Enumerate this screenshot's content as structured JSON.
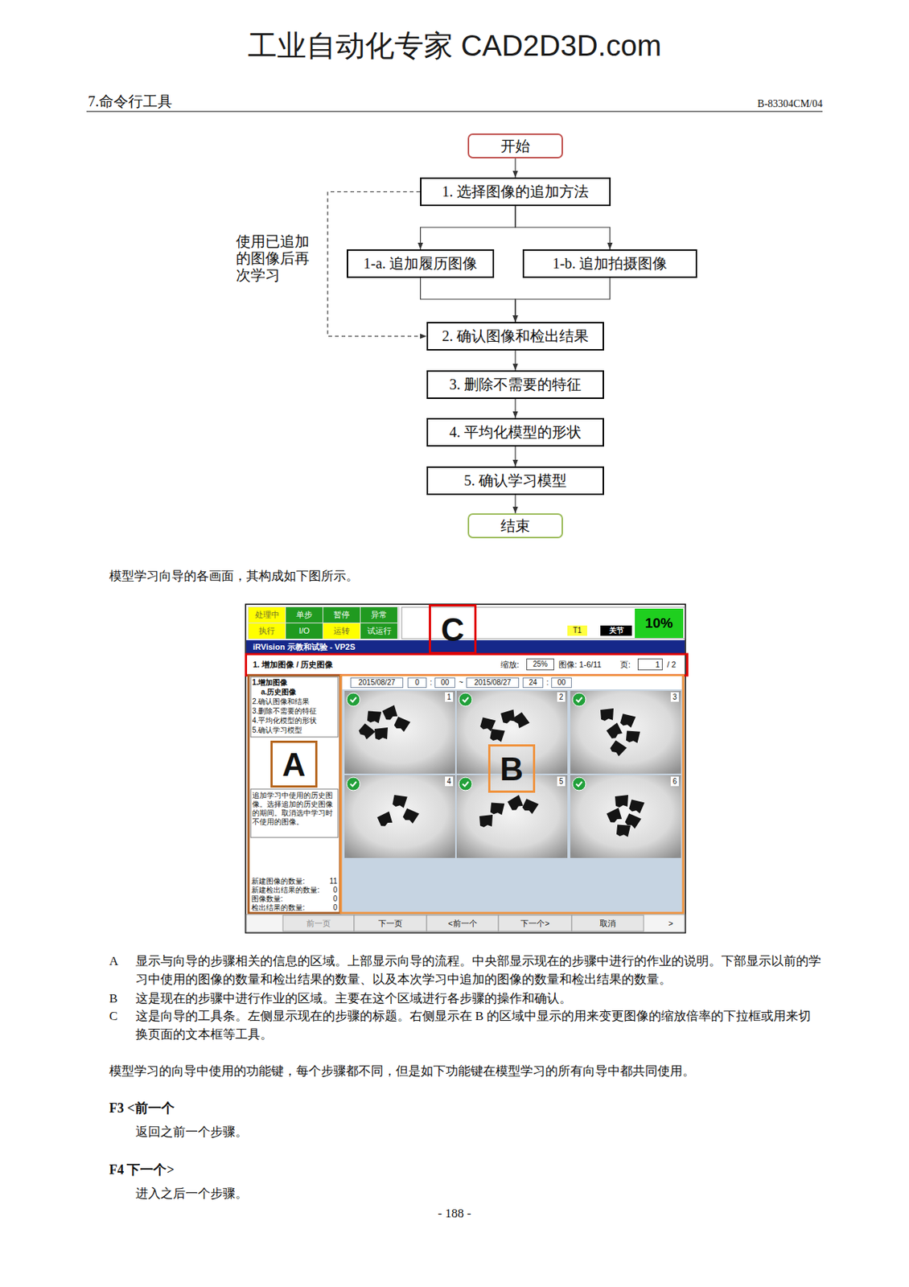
{
  "diagram": {
    "nodes": [
      {
        "text": [
          "开始"
        ]
      },
      {
        "text": [
          "1. 选择图像的追加方法"
        ]
      },
      {
        "text": [
          "1-a. 追加履历图像"
        ]
      },
      {
        "text": [
          "1-b. 追加拍摄图像"
        ]
      },
      {
        "text": [
          "2. 确认图像和检出结果"
        ]
      },
      {
        "text": [
          "3. 删除不需要的特征"
        ]
      },
      {
        "text": [
          "4. 平均化模型的形状"
        ]
      },
      {
        "text": [
          "5. 确认学习模型"
        ]
      },
      {
        "text": [
          "结束"
        ]
      },
      {
        "text": [
          "C"
        ]
      },
      {
        "text": [
          "A"
        ]
      },
      {
        "text": [
          "B"
        ]
      }
    ],
    "edges": [
      {
        "from": 0,
        "to": 1,
        "arrow": "to"
      },
      {
        "from": 1,
        "to": 2,
        "arrow": "to"
      },
      {
        "from": 1,
        "to": 3,
        "arrow": "to"
      },
      {
        "from": 2,
        "to": 4,
        "arrow": "to"
      },
      {
        "from": 3,
        "to": 4,
        "arrow": "to"
      },
      {
        "from": 4,
        "to": 5,
        "arrow": "to"
      },
      {
        "from": 5,
        "to": 6,
        "arrow": "to"
      },
      {
        "from": 6,
        "to": 7,
        "arrow": "to"
      },
      {
        "from": 7,
        "to": 8,
        "arrow": "to"
      },
      {
        "from": 1,
        "to": 4,
        "label": "使用已追加的图像后再次学习",
        "arrow": "to"
      }
    ],
    "labels": [
      "工业自动化专家 CAD2D3D.com",
      "7.命令行工具",
      "B-83304CM/04",
      "模型学习向导的各画面，其构成如下图所示。",
      "处理中",
      "单步",
      "暂停",
      "异常",
      "执行",
      "I/O",
      "运转",
      "试运行",
      "T1",
      "关节",
      "10%",
      "iRVision 示教和试验 - VP2S",
      "1. 增加图像 / 历史图像",
      "缩放:",
      "25%",
      "图像: 1-6/11",
      "页:",
      "1",
      "/ 2",
      "1.增加图像",
      "a.历史图像",
      "2.确认图像和结果",
      "3.删除不需要的特征",
      "4.平均化模型的形状",
      "5.确认学习模型",
      "追加学习中使用的历史图像。选择追加的历史图像的期间。取消选中学习时不使用的图像。",
      "新建图像的数量:",
      "11",
      "新建检出结果的数量:",
      "0",
      "图像数量:",
      "0",
      "检出结果的数量:",
      "0",
      "2015/08/27",
      "0",
      ":",
      "00",
      "~",
      "2015/08/27",
      "24",
      ":",
      "00",
      "1",
      "2",
      "3",
      "4",
      "5",
      "6",
      "前一页",
      "下一页",
      "<前一个",
      "下一个>",
      "取消",
      ">",
      "A",
      "显示与向导的步骤相关的信息的区域。上部显示向导的流程。中央部显示现在的步骤中进行的作业的说明。下部显示以前的学习中使用的图像的数量和检出结果的数量、以及本次学习中追加的图像的数量和检出结果的数量。",
      "B",
      "这是现在的步骤中进行作业的区域。主要在这个区域进行各步骤的操作和确认。",
      "C",
      "这是向导的工具条。左侧显示现在的步骤的标题。右侧显示在 B 的区域中显示的用来变更图像的缩放倍率的下拉框或用来切换页面的文本框等工具。",
      "模型学习的向导中使用的功能键，每个步骤都不同，但是如下功能键在模型学习的所有向导中都共同使用。",
      "F3 <前一个",
      "返回之前一个步骤。",
      "F4 下一个>",
      "进入之后一个步骤。",
      "- 188 -"
    ]
  }
}
